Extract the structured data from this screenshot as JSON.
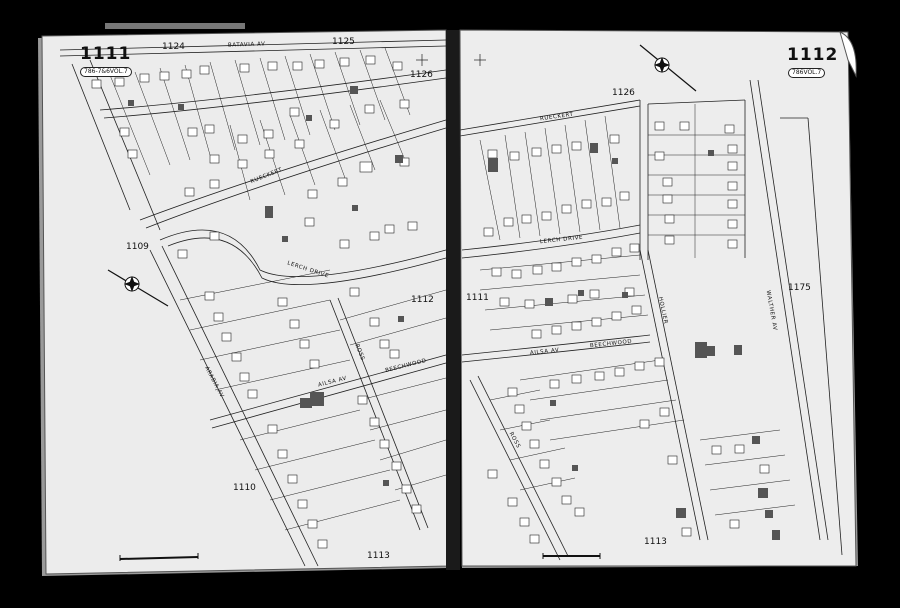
{
  "left_page": {
    "sheet_number": "1111",
    "volume_label": "786-7&6VOL.7",
    "map_numbers": [
      "1124",
      "1125",
      "1126",
      "1109",
      "1112",
      "1110",
      "1113"
    ],
    "streets": [
      "BATAVIA AV",
      "RUECKERT",
      "LERCH DRIVE",
      "ARABIA AV",
      "AILSA AV",
      "BEECHWOOD",
      "ROSS"
    ]
  },
  "right_page": {
    "sheet_number": "1112",
    "volume_label": "786VOL.7",
    "map_numbers": [
      "1126",
      "1111",
      "1175",
      "1113"
    ],
    "streets": [
      "RUECKERT",
      "LERCH DRIVE",
      "AILSA AV",
      "BEECHWOOD",
      "HOLLIER",
      "WALTHER AV",
      "ROSS"
    ]
  },
  "colors": {
    "background": "#000000",
    "paper": "#ececec",
    "ink": "#111111",
    "shaded_building": "#555555"
  },
  "icons": [
    "compass-rose-icon",
    "scale-bar-icon"
  ]
}
